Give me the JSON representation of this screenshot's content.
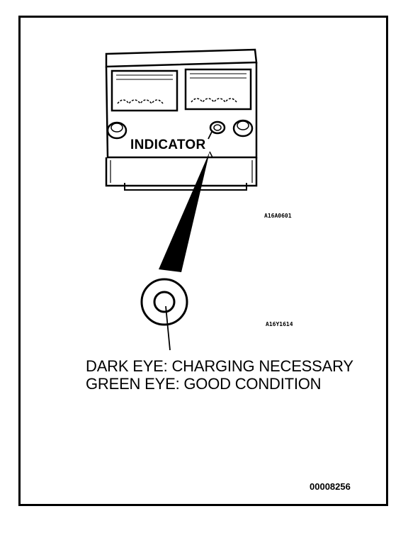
{
  "diagram": {
    "indicator_label": "INDICATOR",
    "figure_code_top": "A16A0601",
    "figure_code_mid": "A16Y1614",
    "legend": {
      "dark_eye": "DARK EYE: CHARGING NECESSARY",
      "green_eye": "GREEN EYE: GOOD CONDITION"
    },
    "figure_number": "00008256"
  },
  "colors": {
    "ink": "#000000",
    "paper": "#ffffff"
  },
  "icons": {
    "battery": "battery-icon",
    "indicator_eye": "indicator-eye-icon"
  }
}
